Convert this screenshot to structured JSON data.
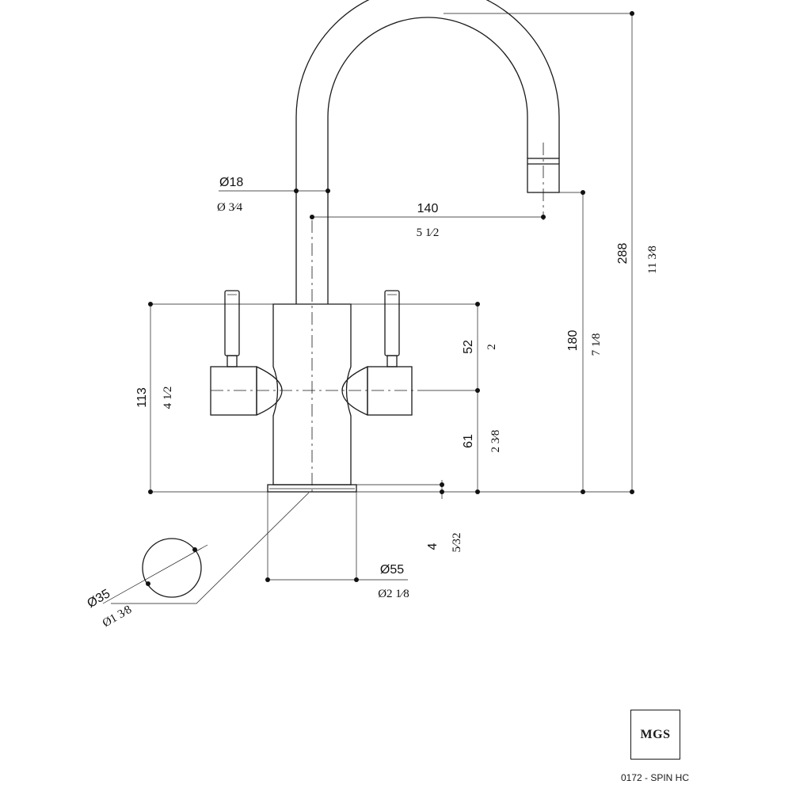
{
  "brand": {
    "logo_text": "MGS"
  },
  "model": {
    "code": "0172 - SPIN HC"
  },
  "dimensions": {
    "pipe_mm": "Ø18",
    "pipe_in": "Ø 3⁄4",
    "reach_mm": "140",
    "reach_in": "5 1⁄2",
    "total_height_mm": "288",
    "total_height_in": "11 3⁄8",
    "spout_height_mm": "180",
    "spout_height_in": "7 1⁄8",
    "body_height_mm": "113",
    "body_height_in": "4 1⁄2",
    "upper_body_mm": "52",
    "upper_body_in": "2",
    "lower_body_mm": "61",
    "lower_body_in": "2 3⁄8",
    "base_thickness_mm": "4",
    "base_thickness_in": "5⁄32",
    "base_diameter_mm": "Ø55",
    "base_diameter_in": "Ø2 1⁄8",
    "hole_diameter_mm": "Ø35",
    "hole_diameter_in": "Ø1 3⁄8"
  }
}
